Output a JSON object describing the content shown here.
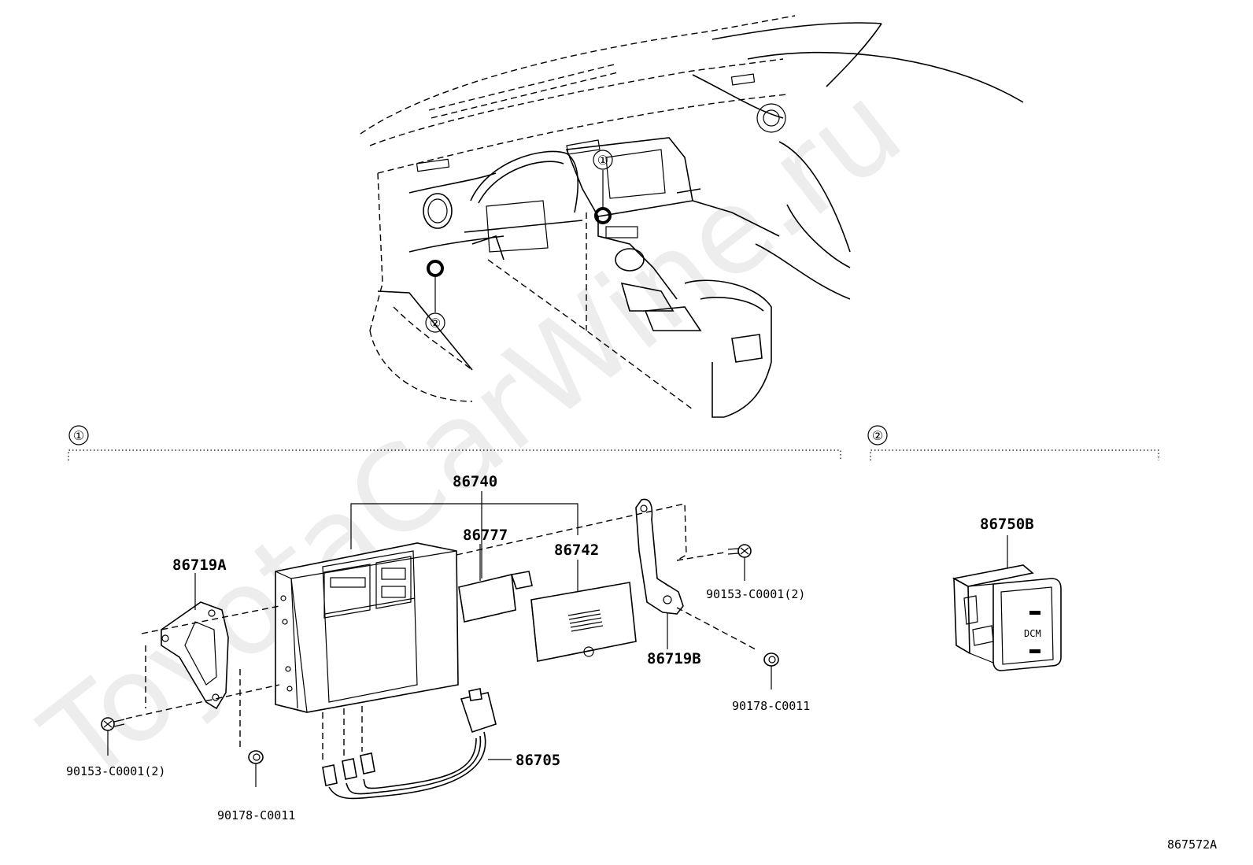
{
  "watermark": "ToyotaCarWine.ru",
  "illustration_code": "867572A",
  "callouts": {
    "one": "①",
    "two": "②"
  },
  "parts": {
    "p86740": "86740",
    "p86777": "86777",
    "p86742": "86742",
    "p86719A": "86719A",
    "p86719B": "86719B",
    "p86705": "86705",
    "p86750B": "86750B",
    "screw_left": "90153-C0001(2)",
    "screw_right": "90153-C0001(2)",
    "nut_left": "90178-C0011",
    "nut_right": "90178-C0011"
  },
  "switch_label": "DCM"
}
